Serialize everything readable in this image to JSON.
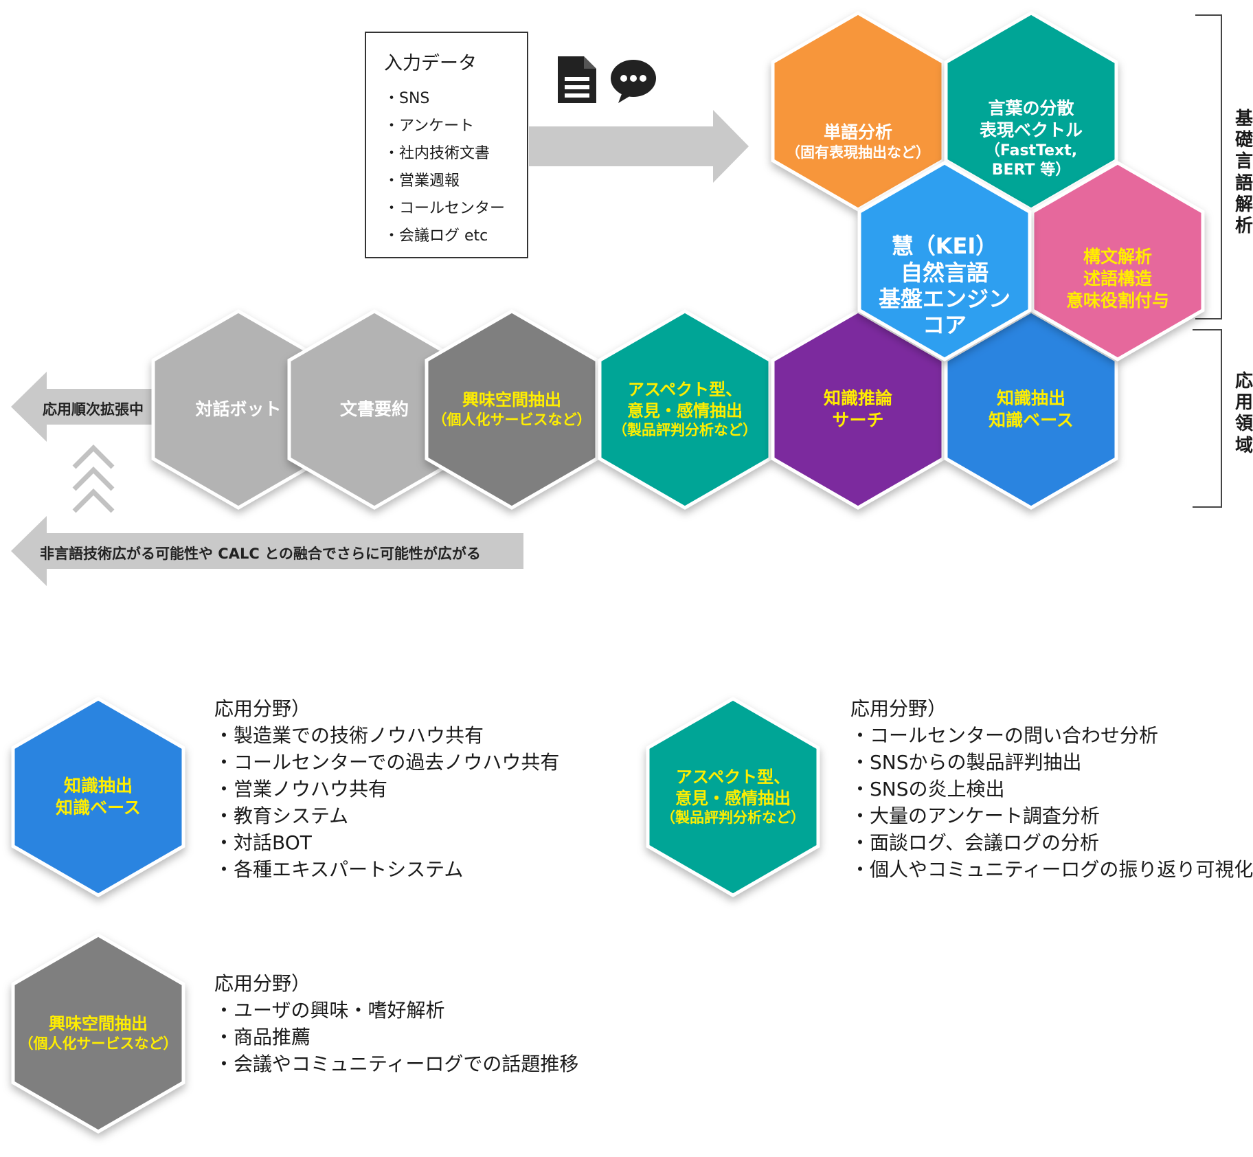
{
  "input": {
    "title": "入力データ",
    "items": [
      "・SNS",
      "・アンケート",
      "・社内技術文書",
      "・営業週報",
      "・コールセンター",
      "・会議ログ etc"
    ],
    "icons": [
      "document-icon",
      "chat-bubble-icon"
    ]
  },
  "hexes": {
    "word_analysis": {
      "lines": [
        "単語分析",
        "（固有表現抽出など）"
      ],
      "color": "#f7963a"
    },
    "distributed_vector": {
      "lines": [
        "言葉の分散",
        "表現ベクトル",
        "（FastText,",
        "BERT 等）"
      ],
      "color": "#00a596"
    },
    "core": {
      "lines": [
        "慧（KEI）",
        "自然言語",
        "基盤エンジン",
        "コア"
      ],
      "color": "#2f9ff0"
    },
    "syntax": {
      "lines": [
        "構文解析",
        "述語構造",
        "意味役割付与"
      ],
      "color": "#e6689c"
    },
    "inference": {
      "lines": [
        "知識推論",
        "サーチ"
      ],
      "color": "#7b2c9e"
    },
    "knowledge": {
      "lines": [
        "知識抽出",
        "知識ベース"
      ],
      "color": "#2c84e0"
    },
    "aspect": {
      "lines": [
        "アスペクト型、",
        "意見・感情抽出",
        "（製品評判分析など）"
      ],
      "color": "#00a596"
    },
    "interest": {
      "lines": [
        "興味空間抽出",
        "（個人化サービスなど）"
      ],
      "color": "#7f7f7f"
    },
    "summary": {
      "lines": [
        "文書要約"
      ],
      "color": "#b3b3b3"
    },
    "dialog": {
      "lines": [
        "対話ボット"
      ],
      "color": "#b3b3b3"
    }
  },
  "side_labels": {
    "basic": "基礎言語解析",
    "application": "応用領域"
  },
  "arrows": {
    "expanding": "応用順次拡張中",
    "nonverbal": "非言語技術広がる可能性や CALC との融合でさらに可能性が広がる"
  },
  "legend": [
    {
      "hex_lines": [
        "知識抽出",
        "知識ベース"
      ],
      "color": "#2c84e0",
      "heading": "応用分野）",
      "items": [
        "・製造業での技術ノウハウ共有",
        "・コールセンターでの過去ノウハウ共有",
        "・営業ノウハウ共有",
        "・教育システム",
        "・対話BOT",
        "・各種エキスパートシステム"
      ]
    },
    {
      "hex_lines": [
        "アスペクト型、",
        "意見・感情抽出",
        "（製品評判分析など）"
      ],
      "color": "#00a596",
      "heading": "応用分野）",
      "items": [
        "・コールセンターの問い合わせ分析",
        "・SNSからの製品評判抽出",
        "・SNSの炎上検出",
        "・大量のアンケート調査分析",
        "・面談ログ、会議ログの分析",
        "・個人やコミュニティーログの振り返り可視化"
      ]
    },
    {
      "hex_lines": [
        "興味空間抽出",
        "（個人化サービスなど）"
      ],
      "color": "#7f7f7f",
      "heading": "応用分野）",
      "items": [
        "・ユーザの興味・嗜好解析",
        "・商品推薦",
        "・会議やコミュニティーログでの話題推移"
      ]
    }
  ],
  "colors": {
    "label_yellow": "#ffee00",
    "label_white": "#ffffff",
    "arrow_gray": "#c9c9c9",
    "chevron_gray": "#c2c2c2"
  }
}
